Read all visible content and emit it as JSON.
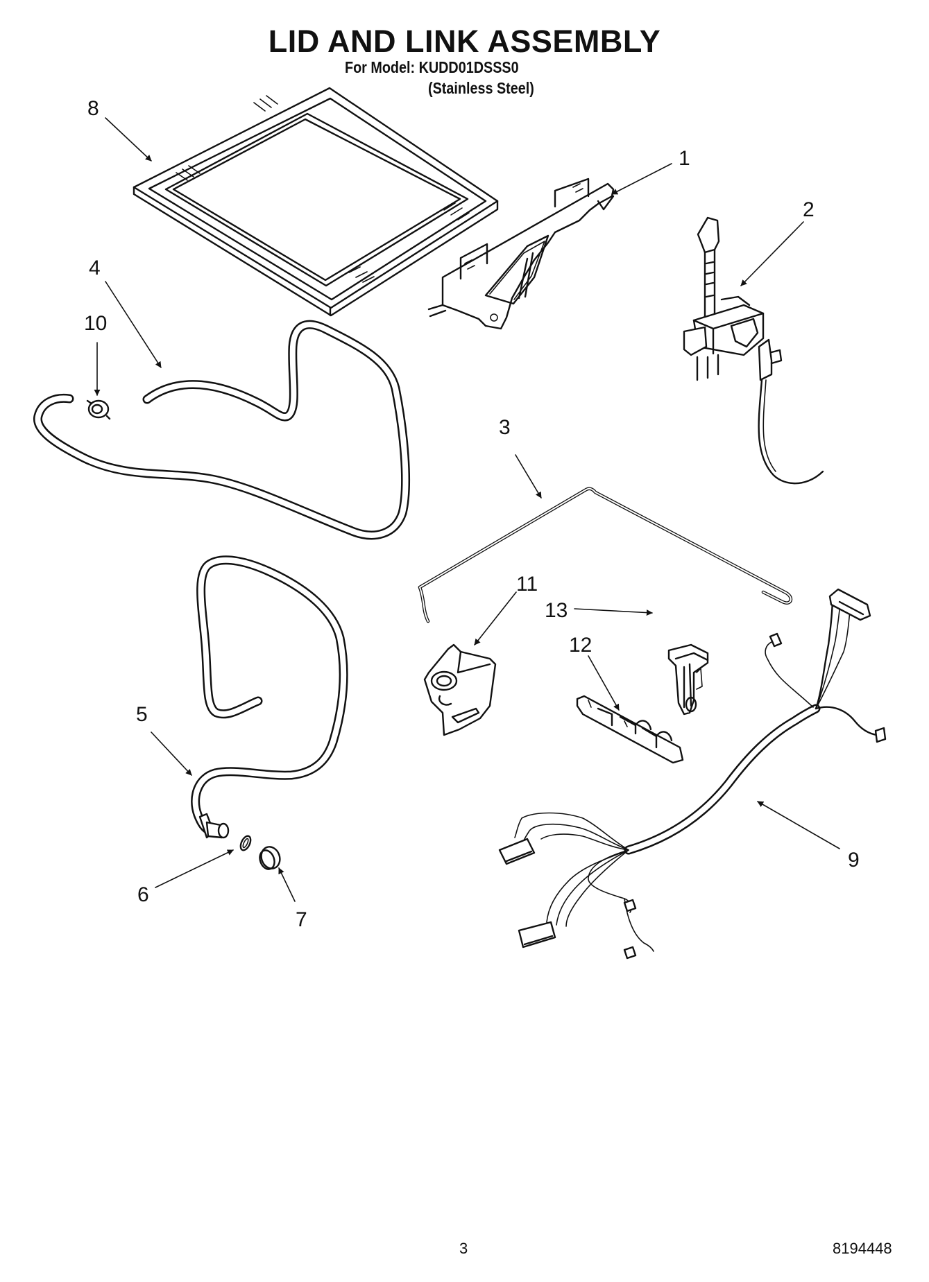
{
  "header": {
    "title": "LID AND LINK ASSEMBLY",
    "model_line": "For Model: KUDD01DSSS0",
    "finish_line": "(Stainless Steel)"
  },
  "callouts": {
    "c1": "1",
    "c2": "2",
    "c3": "3",
    "c4": "4",
    "c5": "5",
    "c6": "6",
    "c7": "7",
    "c8": "8",
    "c9": "9",
    "c10": "10",
    "c11": "11",
    "c12": "12",
    "c13": "13"
  },
  "footer": {
    "page_number": "3",
    "document_number": "8194448"
  }
}
